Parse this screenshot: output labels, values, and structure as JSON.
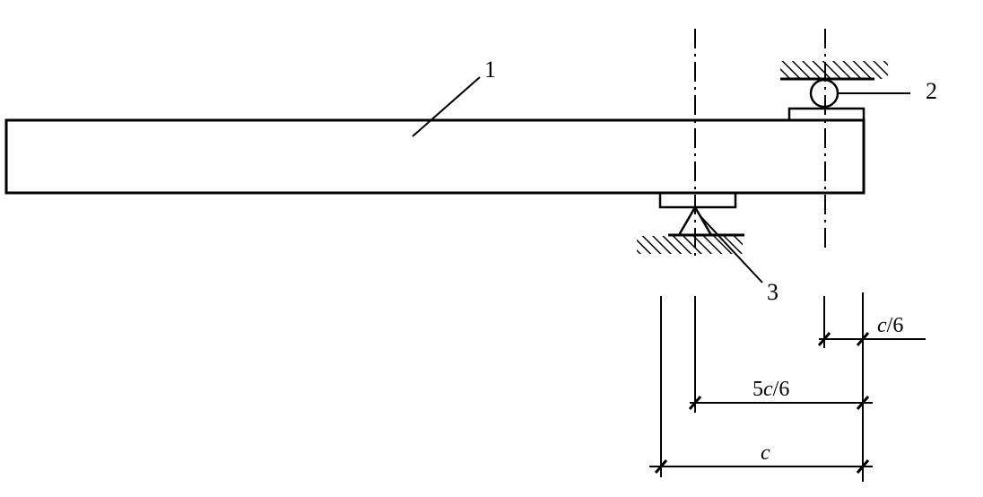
{
  "callouts": {
    "beam": "1",
    "roller": "2",
    "pivot": "3"
  },
  "dimensions": {
    "c_sixth": {
      "coef": "",
      "var": "c",
      "tail": "/6"
    },
    "five_c_sixth": {
      "coef": "5",
      "var": "c",
      "tail": "/6"
    },
    "c": {
      "coef": "",
      "var": "c",
      "tail": ""
    }
  }
}
